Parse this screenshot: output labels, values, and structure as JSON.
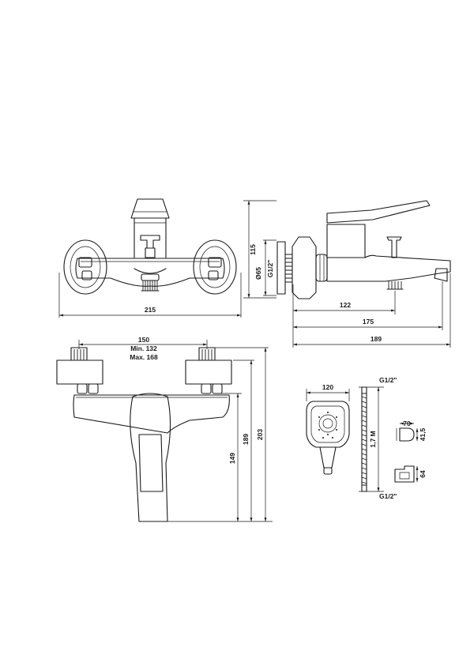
{
  "labels": {
    "front_width": "215",
    "side_height": "115",
    "side_diameter": "Ø65",
    "side_thread": "G1/2\"",
    "side_spout_122": "122",
    "side_spout_175": "175",
    "side_spout_189": "189",
    "bottom_width": "150",
    "bottom_min": "Min. 132",
    "bottom_max": "Max. 168",
    "bottom_h149": "149",
    "bottom_h189": "189",
    "bottom_h203": "203",
    "shower_width": "120",
    "hose_thread_top": "G1/2\"",
    "hose_length": "1,7 M",
    "hose_thread_bottom": "G1/2\"",
    "holder_width": "70",
    "holder_height": "41,5",
    "holder_depth": "64"
  }
}
